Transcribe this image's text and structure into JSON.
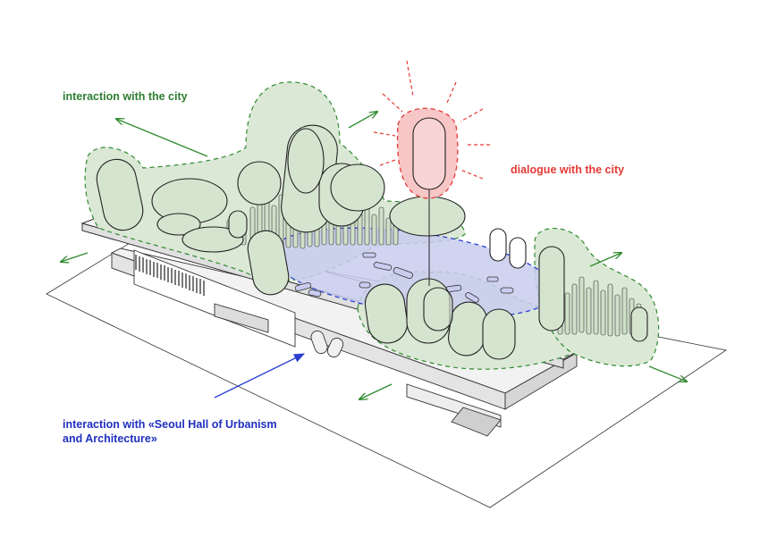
{
  "labels": {
    "interaction_city": "interaction with the city",
    "dialogue_city": "dialogue with the city",
    "interaction_hall_line1": "interaction with «Seoul Hall of Urbanism",
    "interaction_hall_line2": "and Architecture»"
  },
  "colors": {
    "green_label": "#2e7d32",
    "red_label": "#e53935",
    "blue_label": "#1f2fbf",
    "green_fill": "#dbe8d6",
    "green_stroke": "#2f8a2f",
    "blue_fill": "#c9ccef",
    "blue_stroke": "#2a3fd1",
    "red_fill": "#f7c6c6",
    "red_stroke": "#e53935"
  }
}
